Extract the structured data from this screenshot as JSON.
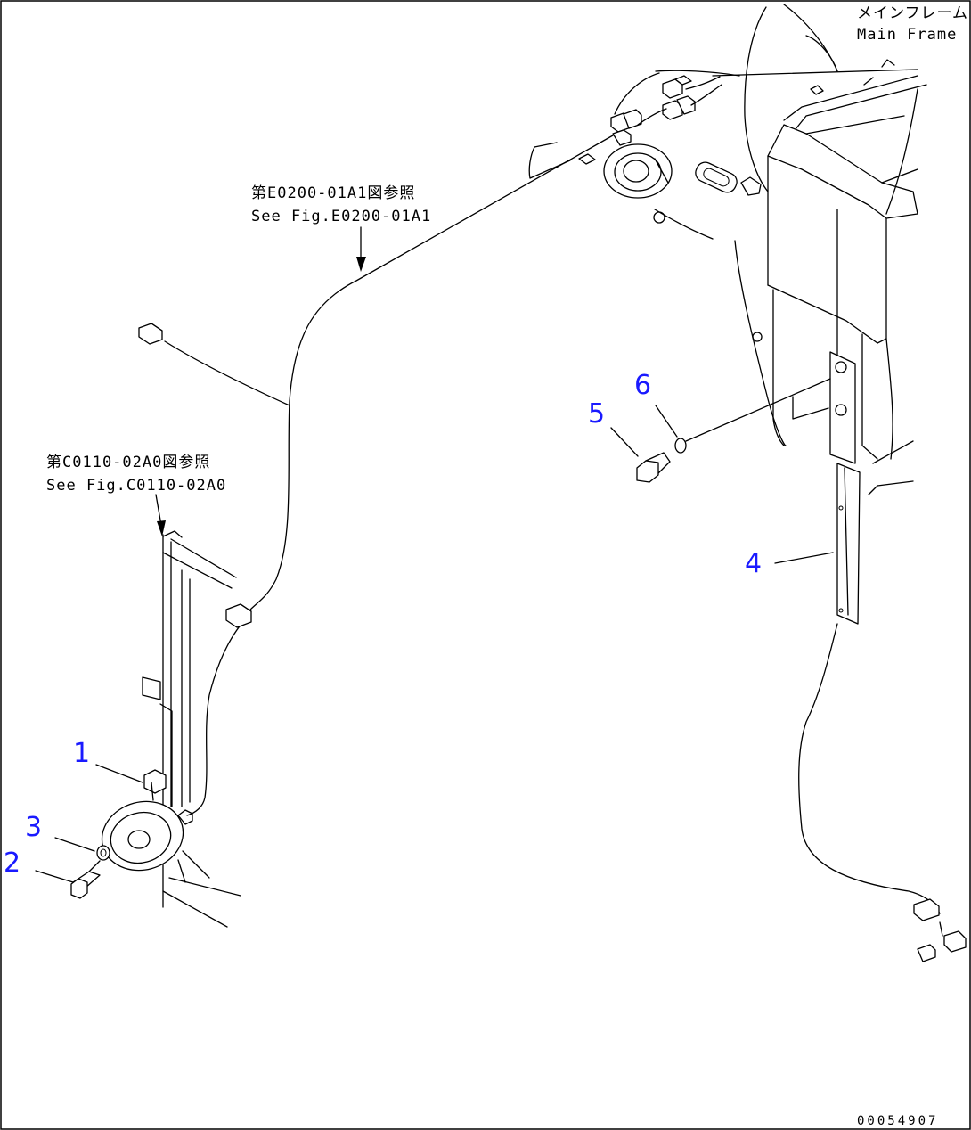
{
  "labels": {
    "main_frame_jp": "メインフレーム",
    "main_frame_en": "Main Frame",
    "ref1_jp": "第E0200-01A1図参照",
    "ref1_en": "See Fig.E0200-01A1",
    "ref2_jp": "第C0110-02A0図参照",
    "ref2_en": "See Fig.C0110-02A0",
    "drawing_code": "00054907"
  },
  "callouts": [
    "1",
    "2",
    "3",
    "4",
    "5",
    "6"
  ],
  "colors": {
    "callout": "#1a1aff",
    "line": "#000000",
    "background": "#ffffff"
  }
}
